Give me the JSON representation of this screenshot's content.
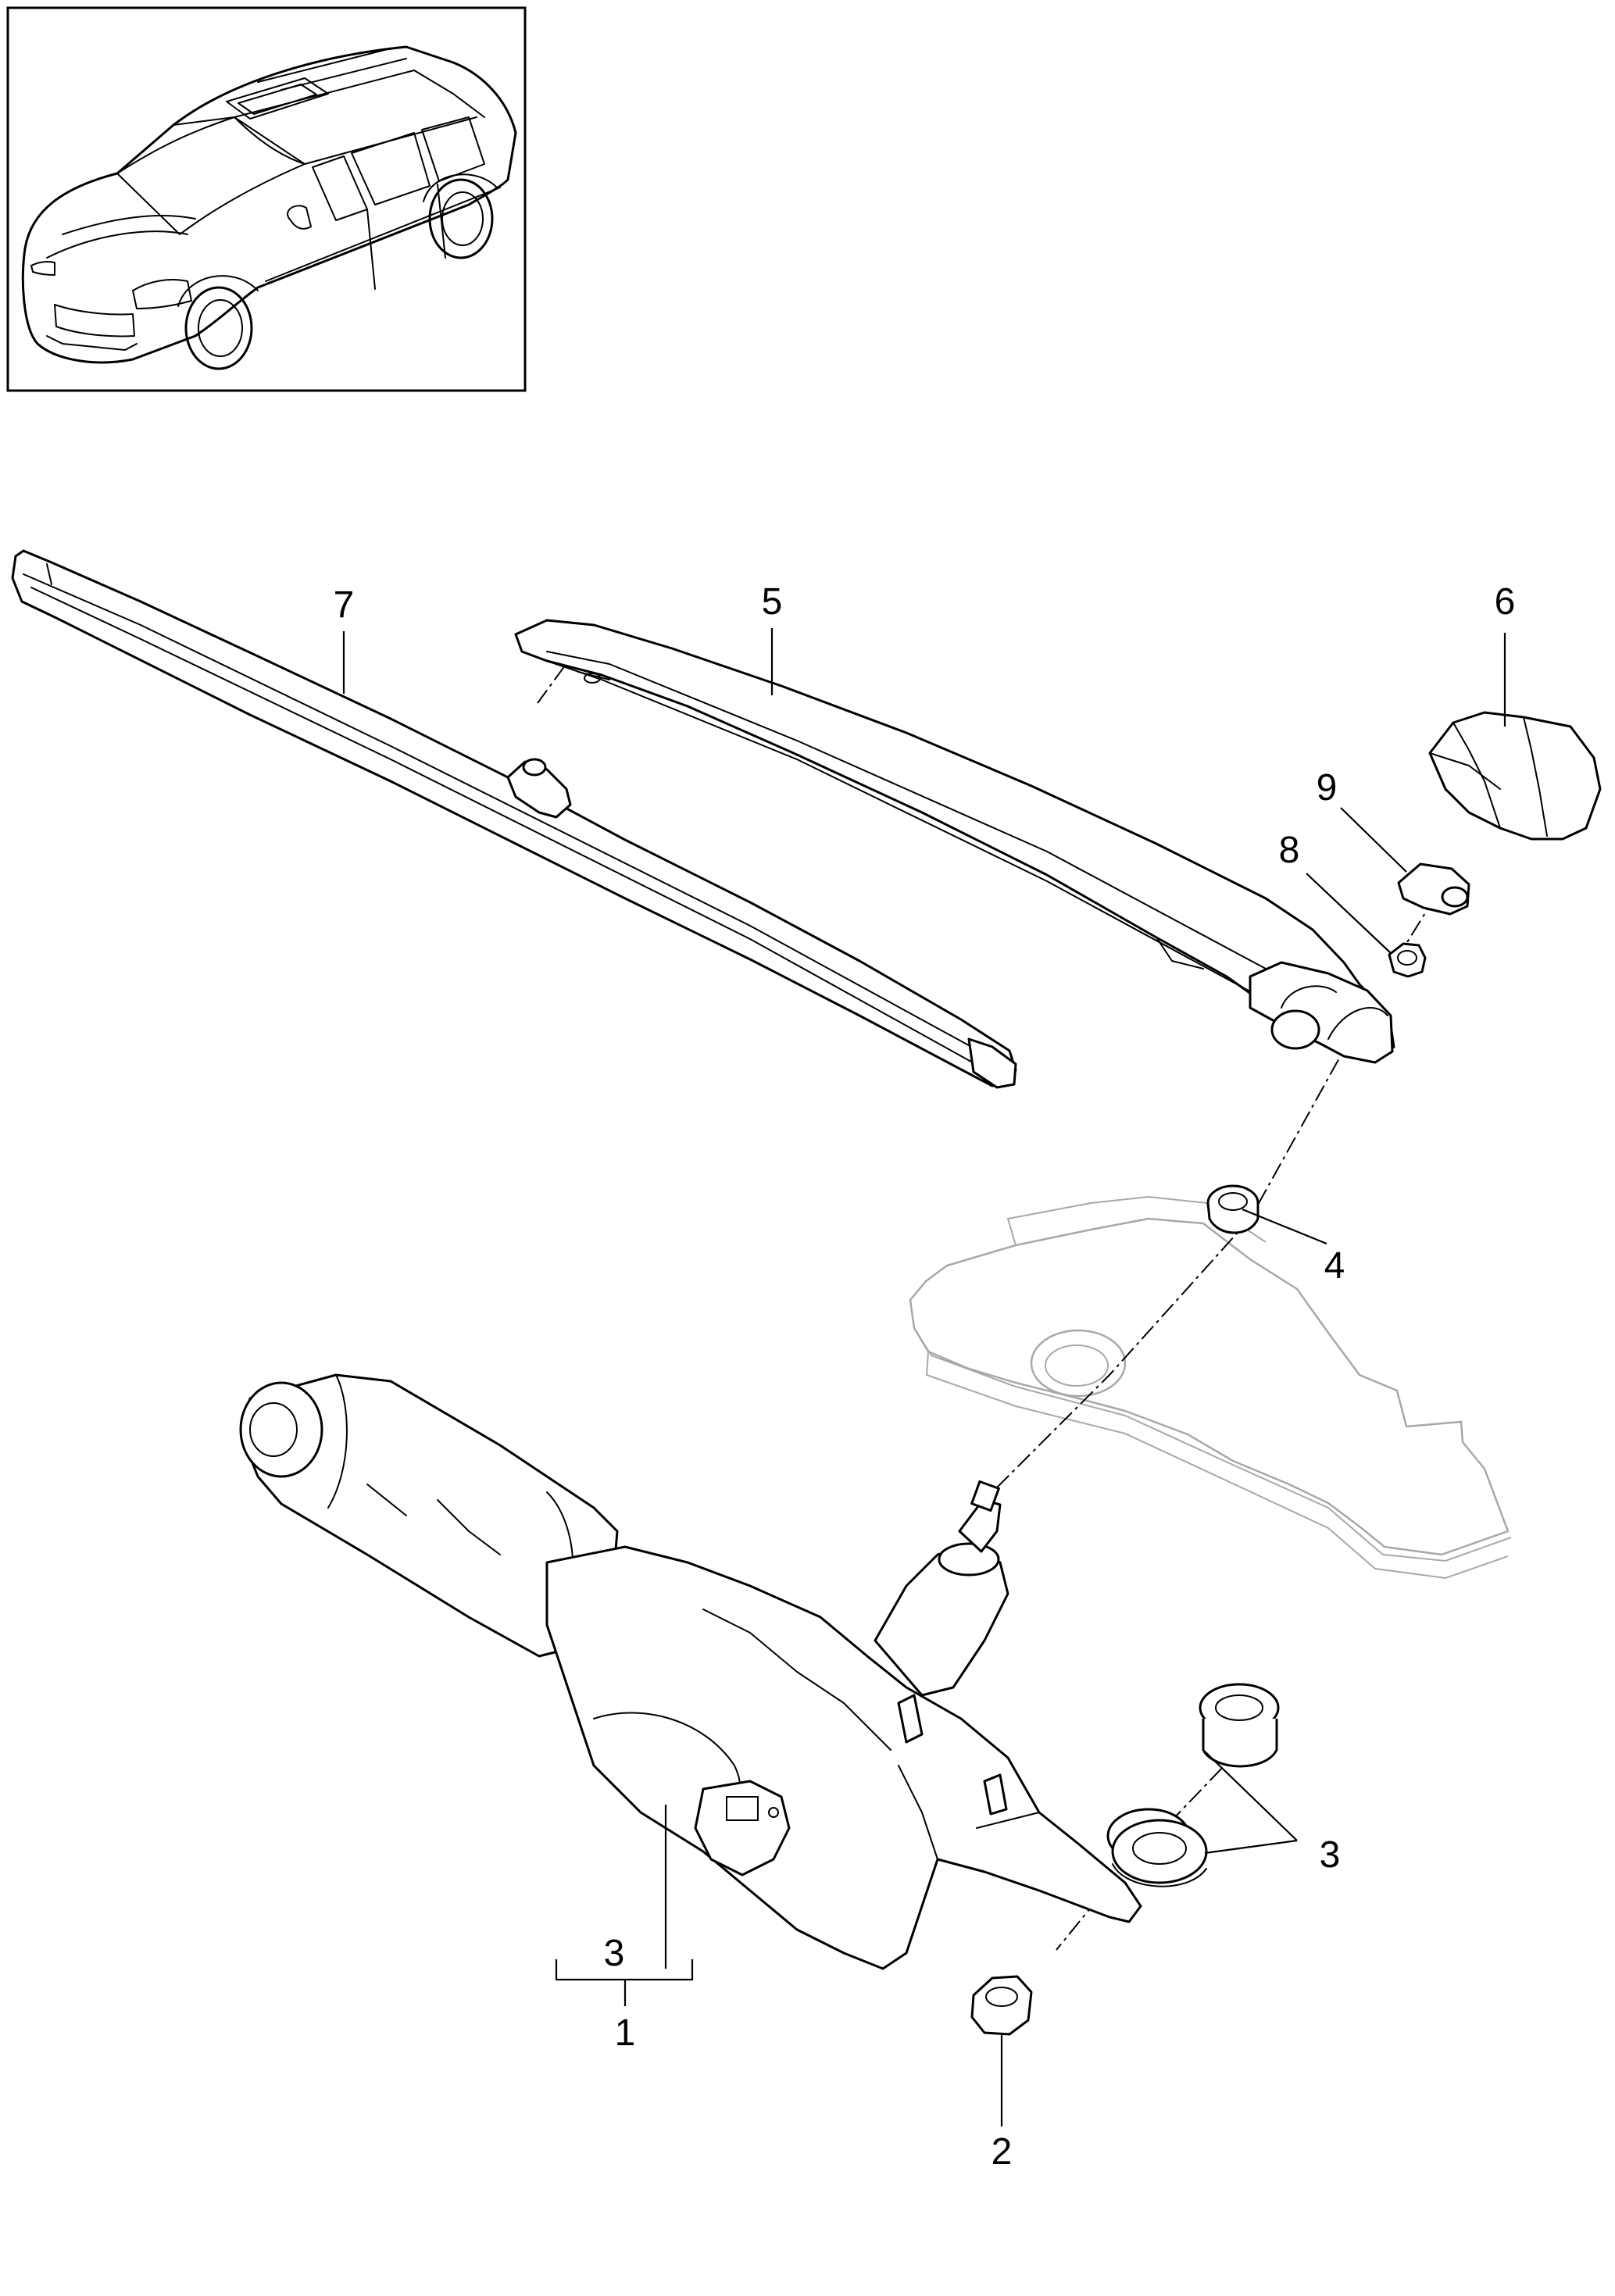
{
  "diagram": {
    "parts": [
      {
        "key": "wiper-motor",
        "label": "1"
      },
      {
        "key": "hex-nut-bottom",
        "label": "2"
      },
      {
        "key": "bushings",
        "label": "3"
      },
      {
        "key": "bushing-sub",
        "label": "3"
      },
      {
        "key": "grommet",
        "label": "4"
      },
      {
        "key": "wiper-arm",
        "label": "5"
      },
      {
        "key": "arm-cap",
        "label": "6"
      },
      {
        "key": "wiper-blade",
        "label": "7"
      },
      {
        "key": "arm-nut",
        "label": "8"
      },
      {
        "key": "cap-clip",
        "label": "9"
      }
    ]
  }
}
